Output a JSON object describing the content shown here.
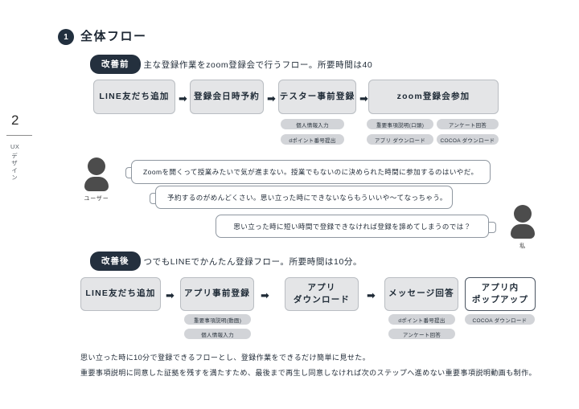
{
  "rail": {
    "page_number": "2",
    "label_en": "UX",
    "label_ja": "デザイン"
  },
  "header": {
    "step_number": "1",
    "title": "全体フロー"
  },
  "before": {
    "badge": "改善前",
    "description": "主な登録作業をzoom登録会で行うフロー。所要時間は40",
    "steps": [
      {
        "label": "LINE友だち追加"
      },
      {
        "label": "登録会日時予約"
      },
      {
        "label": "テスター事前登録"
      },
      {
        "label": "zoom登録会参加"
      }
    ],
    "arrows": [
      "➡",
      "➡",
      "➡"
    ],
    "tags": {
      "tester": [
        "個人情報入力",
        "dポイント番号提出"
      ],
      "zoom_left": [
        "重要事項説明(口頭)",
        "アプリ ダウンロード"
      ],
      "zoom_right": [
        "アンケート回答",
        "COCOA ダウンロード"
      ]
    }
  },
  "voices": {
    "user_label": "ユーザー",
    "me_label": "私",
    "bubbles": [
      "Zoomを開くって授業みたいで気が進まない。授業でもないのに決められた時間に参加するのはいやだ。",
      "予約するのがめんどくさい。思い立った時にできないならもういいや〜てなっちゃう。",
      "思い立った時に短い時間で登録できなければ登録を諦めてしまうのでは？"
    ]
  },
  "after": {
    "badge": "改善後",
    "description": "つでもLINEでかんたん登録フロー。所要時間は10分。",
    "steps": [
      {
        "line1": "LINE友だち追加",
        "line2": ""
      },
      {
        "line1": "アプリ事前登録",
        "line2": ""
      },
      {
        "line1": "アプリ",
        "line2": "ダウンロード"
      },
      {
        "line1": "メッセージ回答",
        "line2": ""
      },
      {
        "line1": "アプリ内",
        "line2": "ポップアップ"
      }
    ],
    "arrows": [
      "➡",
      "➡",
      "➡"
    ],
    "tags": {
      "app_pre": [
        "重要事項説明(動画)",
        "個人情報入力"
      ],
      "message": [
        "dポイント番号提出",
        "アンケート回答"
      ],
      "popup": [
        "COCOA ダウンロード"
      ]
    }
  },
  "notes": [
    "思い立った時に10分で登録できるフローとし、登録作業をできるだけ簡単に見せた。",
    "重要事項説明に同意した証拠を残すを満たすため、最後まで再生し同意しなければ次のステップへ進めない重要事項説明動画も制作。"
  ],
  "colors": {
    "ink": "#24303c",
    "badge_bg": "#24303e",
    "box_bg": "#e4e5e7",
    "box_border": "#b9bdc2",
    "tag_bg": "#d2d4d8",
    "avatar": "#4c4c4c"
  }
}
